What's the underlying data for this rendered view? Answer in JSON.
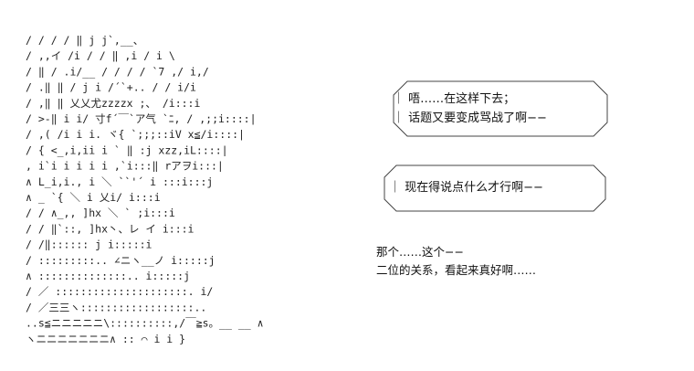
{
  "dialogue": {
    "bubble1": {
      "line1": "｜ 唔……在这样下去；",
      "line2": "｜ 话题又要变成骂战了啊−−"
    },
    "bubble2": {
      "line1": "｜ 现在得说点什么才行啊−−"
    }
  },
  "narration": {
    "line1": "那个……这个−−",
    "line2": "二位的关系，看起来真好啊……"
  },
  "ascii_art_lines": [
    "             /          /       /      /      ‖   j j`,__、 ",
    "            /        ,,イ /i    /   /          ‖ ,i / i   \\",
    "           /         ‖    / .i/__ /   /       / /  `7 ,/    i,/",
    "   /        .‖       ‖   /  j i /´`+..      /  /     i/i",
    "  /        ,‖        ‖ 乂乂尤zzzzx  ;、      /i:::i   ",
    " /      >-‖ i        i/ 寸f´￣`ア气  `ﾆ,   / ,;;i::::|",
    "   / ,(  /i  i        i. ヾ{     `;;;::iV    x≦/i::::|",
    "  /   {  <_,i,ii       i   `       ‖ :j      xzz,iL::::|",
    "      ,   i`i  i i i     i          ,`i:::‖       rアヲi:::|",
    "     ∧   L_i,i.,       i  ＼      ``'´       i  :::i:::j",
    "      ∧ _ `{    ＼    i                   乂i/  i:::i",
    "     /   / ∧_,,   ]hx   ＼                `   ;i:::i",
    "    /  /   ‖`::,     ]hx丶、レ            イ    i:::i",
    "        /  /‖::::::                         j   i:::::i",
    "          /  :::::::::..         ∠ニヽ__ノ     i:::::j",
    "         ∧  ::::::::::::::..                  i:::::j",
    "    /    ／ :::::::::::::::::::::.               i/",
    "   /   ／三三ヽ::::::::::::::::::..",
    "  ..s≦ニニニニニ\\::::::::::,/￣≧s。__  __ ∧",
    " ヽニニニニニニニ∧  ::  ⌒ i        i       }"
  ],
  "colors": {
    "ink": "#222222",
    "background": "#ffffff",
    "bubble_border": "#444444"
  }
}
